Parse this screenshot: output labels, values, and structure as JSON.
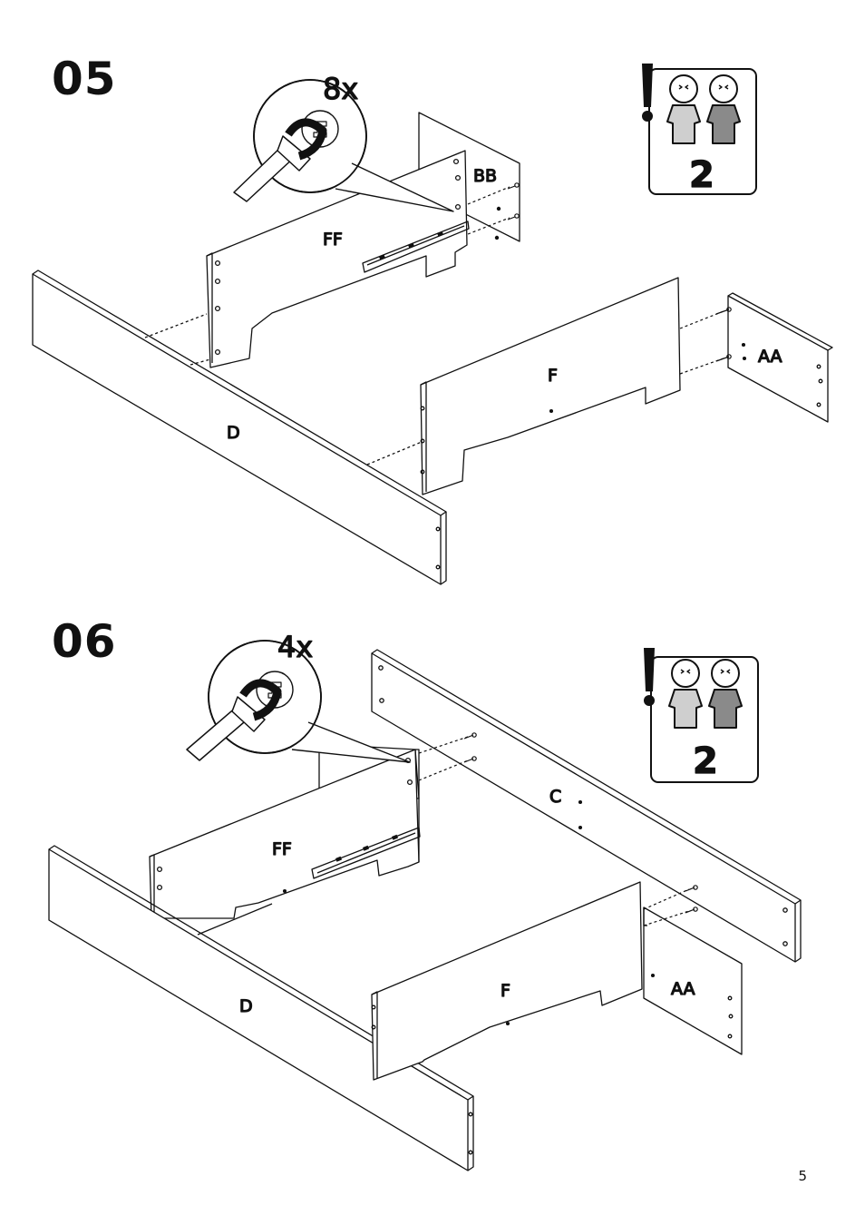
{
  "steps": [
    {
      "number": "05",
      "count": "8x",
      "persons": "2",
      "parts": {
        "d": "D",
        "ff": "FF",
        "bb": "BB",
        "f": "F",
        "aa": "AA"
      }
    },
    {
      "number": "06",
      "count": "4x",
      "persons": "2",
      "parts": {
        "d": "D",
        "ff": "FF",
        "c": "C",
        "f": "F",
        "aa": "AA"
      }
    }
  ],
  "page_number": "5",
  "icons": {
    "warning": "exclamation-icon",
    "two_people": "two-people-icon",
    "screwdriver": "screwdriver-icon",
    "cam_lock": "cam-lock-icon"
  },
  "colors": {
    "ink": "#111111",
    "shirt_light": "#cfcfcf",
    "shirt_dark": "#8a8a8a"
  }
}
